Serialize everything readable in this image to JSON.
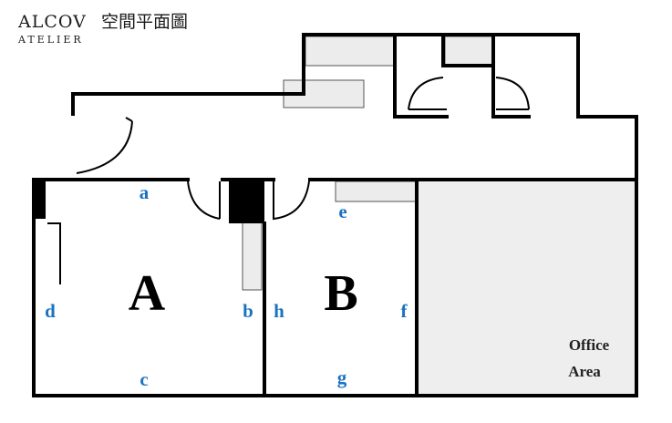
{
  "header": {
    "brand_name": "ALCOV",
    "brand_sub": "ATELIER",
    "title": "空間平面圖"
  },
  "rooms": {
    "room_a": "A",
    "room_b": "B"
  },
  "walls": {
    "a": "a",
    "b": "b",
    "c": "c",
    "d": "d",
    "e": "e",
    "f": "f",
    "g": "g",
    "h": "h"
  },
  "office": {
    "line1": "Office",
    "line2": "Area"
  },
  "colors": {
    "wall_label": "#1a72c2",
    "wall": "#000000",
    "fixture": "#ececec",
    "office_fill": "#eeeeee"
  }
}
